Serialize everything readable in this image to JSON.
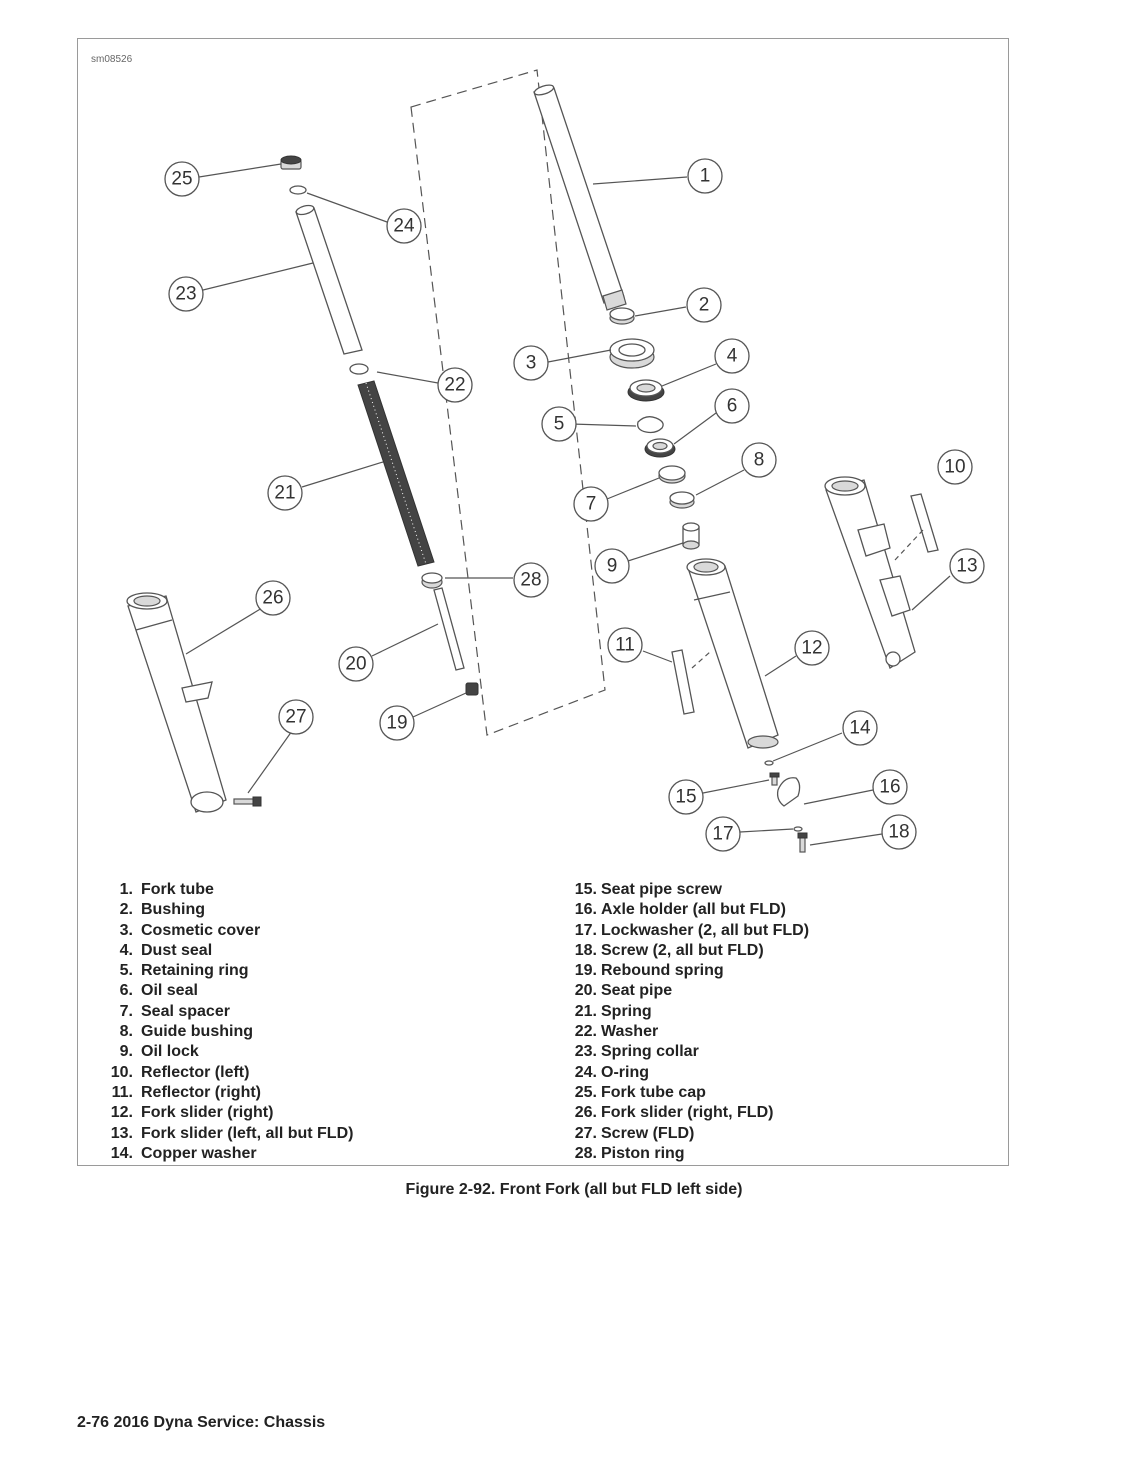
{
  "figure_id": "sm08526",
  "callouts": [
    "1",
    "2",
    "3",
    "4",
    "5",
    "6",
    "7",
    "8",
    "9",
    "10",
    "11",
    "12",
    "13",
    "14",
    "15",
    "16",
    "17",
    "18",
    "19",
    "20",
    "21",
    "22",
    "23",
    "24",
    "25",
    "26",
    "27",
    "28"
  ],
  "legend": {
    "left": [
      {
        "num": "1.",
        "text": "Fork tube"
      },
      {
        "num": "2.",
        "text": "Bushing"
      },
      {
        "num": "3.",
        "text": "Cosmetic cover"
      },
      {
        "num": "4.",
        "text": "Dust seal"
      },
      {
        "num": "5.",
        "text": "Retaining ring"
      },
      {
        "num": "6.",
        "text": "Oil seal"
      },
      {
        "num": "7.",
        "text": "Seal spacer"
      },
      {
        "num": "8.",
        "text": "Guide bushing"
      },
      {
        "num": "9.",
        "text": "Oil lock"
      },
      {
        "num": "10.",
        "text": "Reflector (left)"
      },
      {
        "num": "11.",
        "text": "Reflector (right)"
      },
      {
        "num": "12.",
        "text": "Fork slider (right)"
      },
      {
        "num": "13.",
        "text": "Fork slider (left, all but FLD)"
      },
      {
        "num": "14.",
        "text": "Copper washer"
      }
    ],
    "right": [
      {
        "num": "15.",
        "text": "Seat pipe screw"
      },
      {
        "num": "16.",
        "text": "Axle holder (all but FLD)"
      },
      {
        "num": "17.",
        "text": "Lockwasher (2, all but FLD)"
      },
      {
        "num": "18.",
        "text": "Screw (2, all but FLD)"
      },
      {
        "num": "19.",
        "text": "Rebound spring"
      },
      {
        "num": "20.",
        "text": "Seat pipe"
      },
      {
        "num": "21.",
        "text": "Spring"
      },
      {
        "num": "22.",
        "text": "Washer"
      },
      {
        "num": "23.",
        "text": "Spring collar"
      },
      {
        "num": "24.",
        "text": "O-ring"
      },
      {
        "num": "25.",
        "text": "Fork tube cap"
      },
      {
        "num": "26.",
        "text": "Fork slider (right, FLD)"
      },
      {
        "num": "27.",
        "text": "Screw (FLD)"
      },
      {
        "num": "28.",
        "text": "Piston ring"
      }
    ]
  },
  "caption": "Figure 2-92. Front Fork (all but FLD left side)",
  "footer": "2-76  2016 Dyna Service:  Chassis"
}
